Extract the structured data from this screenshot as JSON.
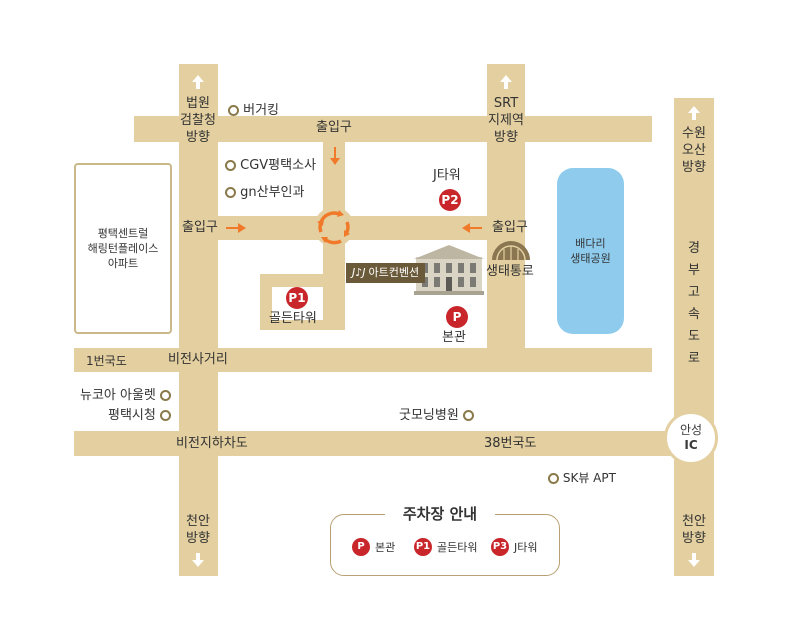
{
  "roads": {
    "left_vertical": {
      "top_label": [
        "법원",
        "검찰청",
        "방향"
      ],
      "bottom_label": [
        "천안",
        "방향"
      ]
    },
    "center_vertical": {
      "top_label": [
        "SRT",
        "지제역",
        "방향"
      ]
    },
    "right_vertical": {
      "top_label": [
        "수원",
        "오산",
        "방향"
      ],
      "side_label": [
        "경",
        "부",
        "고",
        "속",
        "도",
        "로"
      ],
      "bottom_label": [
        "천안",
        "방향"
      ]
    },
    "route1_label": "1번국도",
    "intersection_label": "비전사거리",
    "underpass_label": "비전지하차도",
    "route38_label": "38번국도",
    "ic_label": [
      "안성",
      "IC"
    ]
  },
  "places": {
    "burgerking": "버거킹",
    "cgv": "CGV평택소사",
    "gn": "gn산부인과",
    "apartment": [
      "평택센트럴",
      "해링턴플레이스",
      "아파트"
    ],
    "park": [
      "배다리",
      "생태공원"
    ],
    "eco_bridge": "생태통로",
    "newcore": "뉴코아 아울렛",
    "cityhall": "평택시청",
    "goodmorning": "굿모닝병원",
    "skview": "SK뷰 APT"
  },
  "entrances": {
    "top": "출입구",
    "left": "출입구",
    "right": "출입구"
  },
  "parking": {
    "main": {
      "badge": "P",
      "label": "본관"
    },
    "golden": {
      "badge": "P1",
      "label": "골든타워"
    },
    "jtower": {
      "badge": "P2",
      "label": "J타워"
    },
    "art_convention": "아트컨벤션",
    "art_logo": "J♪J"
  },
  "legend": {
    "title": "주차장 안내",
    "items": [
      {
        "badge": "P",
        "label": "본관"
      },
      {
        "badge": "P1",
        "label": "골든타워"
      },
      {
        "badge": "P3",
        "label": "J타워"
      }
    ]
  },
  "colors": {
    "road": "#e3cf9f",
    "parking_badge": "#c9262c",
    "park": "#8ecbed",
    "entrance_arrow": "#f07a2a"
  }
}
